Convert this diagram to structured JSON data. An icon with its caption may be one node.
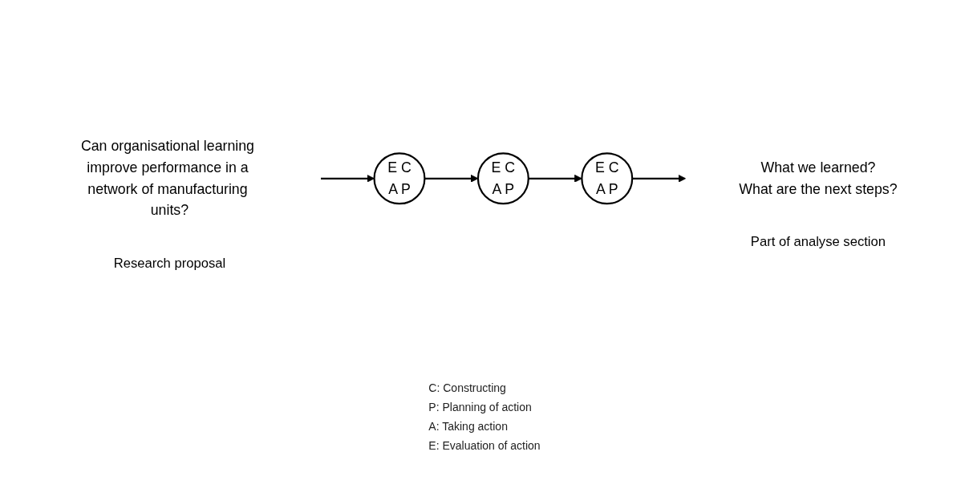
{
  "diagram": {
    "nodes": [
      {
        "text": [
          "Can organisational learning improve performance in a network of manufacturing units?"
        ],
        "beside": [
          "Research proposal"
        ]
      },
      {
        "text": [
          "E",
          "C",
          "A",
          "P"
        ]
      },
      {
        "text": [
          "E",
          "C",
          "A",
          "P"
        ]
      },
      {
        "text": [
          "E",
          "C",
          "A",
          "P"
        ]
      },
      {
        "text": [
          "What we learned?",
          "What are the next steps?"
        ],
        "beside": [
          "Part of analyse section"
        ]
      }
    ],
    "edges": [
      {
        "from": 0,
        "to": 1,
        "arrow": "to"
      },
      {
        "from": 1,
        "to": 2,
        "arrow": "to"
      },
      {
        "from": 2,
        "to": 3,
        "arrow": "to"
      },
      {
        "from": 3,
        "to": 4,
        "arrow": "to"
      }
    ],
    "labels": [
      "C: Constructing",
      "P: Planning of action",
      "A: Taking action",
      "E: Evaluation of action"
    ]
  }
}
